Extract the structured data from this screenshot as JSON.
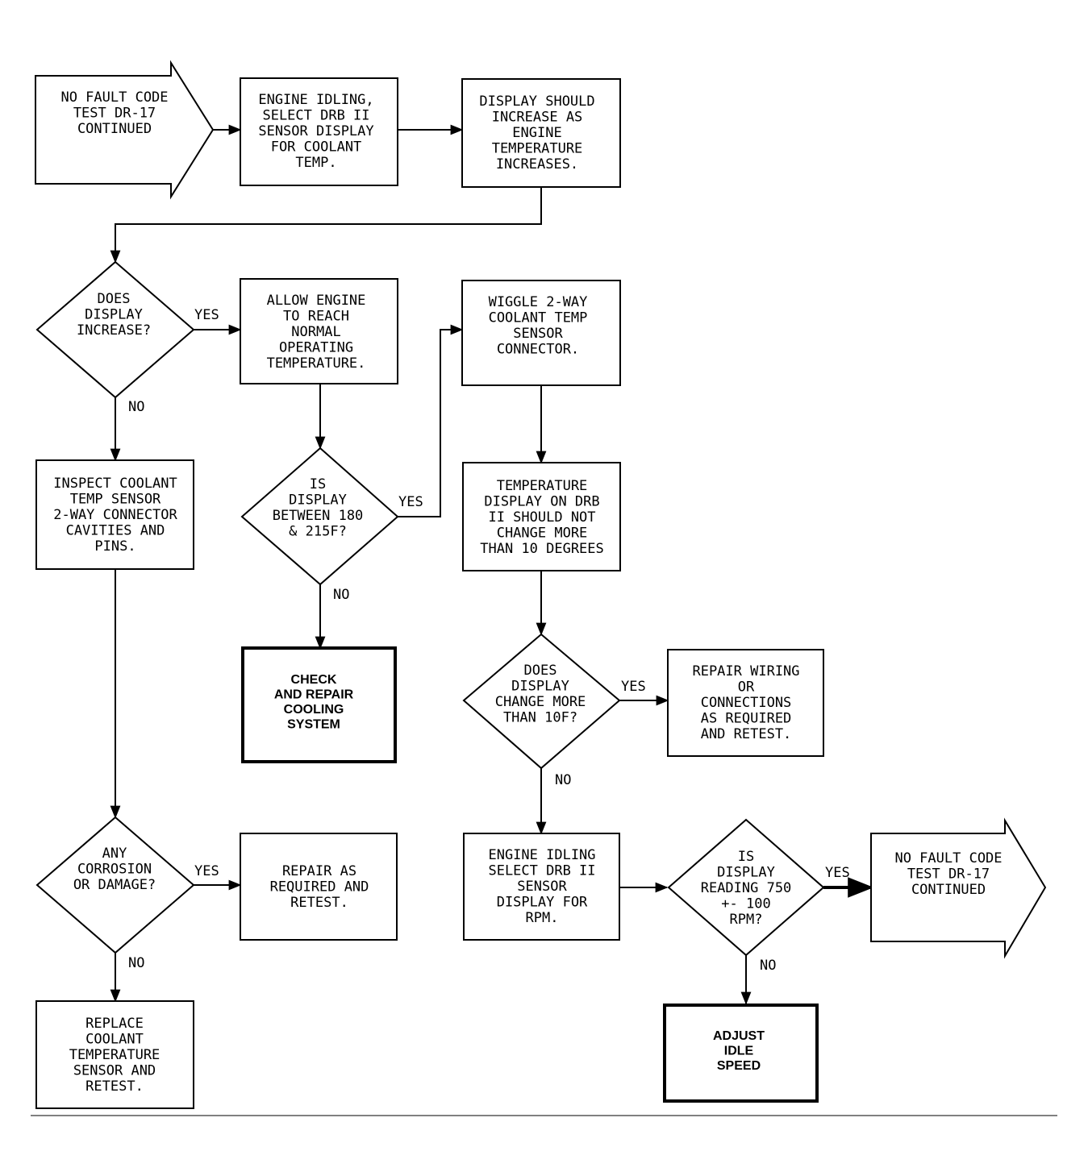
{
  "nodes": {
    "start": [
      "NO FAULT CODE",
      "TEST DR-17",
      "CONTINUED"
    ],
    "engine_idling": [
      "ENGINE IDLING,",
      "SELECT DRB II",
      "SENSOR DISPLAY",
      "FOR COOLANT",
      "TEMP."
    ],
    "display_should": [
      "DISPLAY SHOULD",
      "INCREASE AS",
      "ENGINE",
      "TEMPERATURE",
      "INCREASES."
    ],
    "does_display_increase": [
      "DOES",
      "DISPLAY",
      "INCREASE?"
    ],
    "allow_engine": [
      "ALLOW ENGINE",
      "TO REACH",
      "NORMAL",
      "OPERATING",
      "TEMPERATURE."
    ],
    "wiggle": [
      "WIGGLE 2-WAY",
      "COOLANT TEMP",
      "SENSOR",
      "CONNECTOR."
    ],
    "inspect": [
      "INSPECT COOLANT",
      "TEMP SENSOR",
      "2-WAY CONNECTOR",
      "CAVITIES AND",
      "PINS."
    ],
    "is_display_between": [
      "IS",
      "DISPLAY",
      "BETWEEN 180",
      "& 215F?"
    ],
    "temperature_display": [
      "TEMPERATURE",
      "DISPLAY ON DRB",
      "II SHOULD NOT",
      "CHANGE MORE",
      "THAN 10 DEGREES"
    ],
    "check_repair": [
      "CHECK",
      "AND REPAIR",
      "COOLING",
      "SYSTEM"
    ],
    "does_display_change": [
      "DOES",
      "DISPLAY",
      "CHANGE MORE",
      "THAN 10F?"
    ],
    "repair_wiring": [
      "REPAIR WIRING",
      "OR",
      "CONNECTIONS",
      "AS REQUIRED",
      "AND RETEST."
    ],
    "any_corrosion": [
      "ANY",
      "CORROSION",
      "OR DAMAGE?"
    ],
    "repair_as_required": [
      "REPAIR AS",
      "REQUIRED AND",
      "RETEST."
    ],
    "engine_idling_rpm": [
      "ENGINE IDLING",
      "SELECT DRB II",
      "SENSOR",
      "DISPLAY FOR",
      "RPM."
    ],
    "is_display_reading": [
      "IS",
      "DISPLAY",
      "READING 750",
      "+- 100",
      "RPM?"
    ],
    "end": [
      "NO FAULT CODE",
      "TEST DR-17",
      "CONTINUED"
    ],
    "replace": [
      "REPLACE",
      "COOLANT",
      "TEMPERATURE",
      "SENSOR AND",
      "RETEST."
    ],
    "adjust_idle": [
      "ADJUST",
      "IDLE",
      "SPEED"
    ]
  },
  "edge_labels": {
    "yes": "YES",
    "no": "NO"
  }
}
